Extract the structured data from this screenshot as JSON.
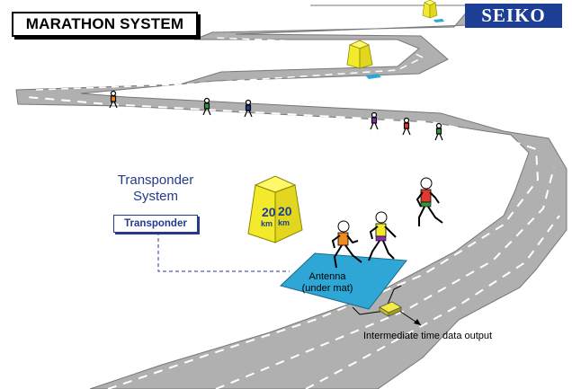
{
  "title": "MARATHON SYSTEM",
  "logo_text": "SEIKO",
  "transponder_system_line1": "Transponder",
  "transponder_system_line2": "System",
  "transponder_label": "Transponder",
  "antenna_line1": "Antenna",
  "antenna_line2": "(under mat)",
  "output_label": "Intermediate time data output",
  "marker_number": "20",
  "marker_unit": "km",
  "colors": {
    "road": "#b0b0b0",
    "road_edge": "#777777",
    "lane_marks": "#ffffff",
    "mat": "#2fa7d6",
    "marker": "#f4ea2c",
    "text_blue": "#243a8c",
    "logo_bg": "#1c3e94"
  },
  "icons": [
    "runner-icon",
    "distance-marker-icon",
    "output-box-icon"
  ]
}
